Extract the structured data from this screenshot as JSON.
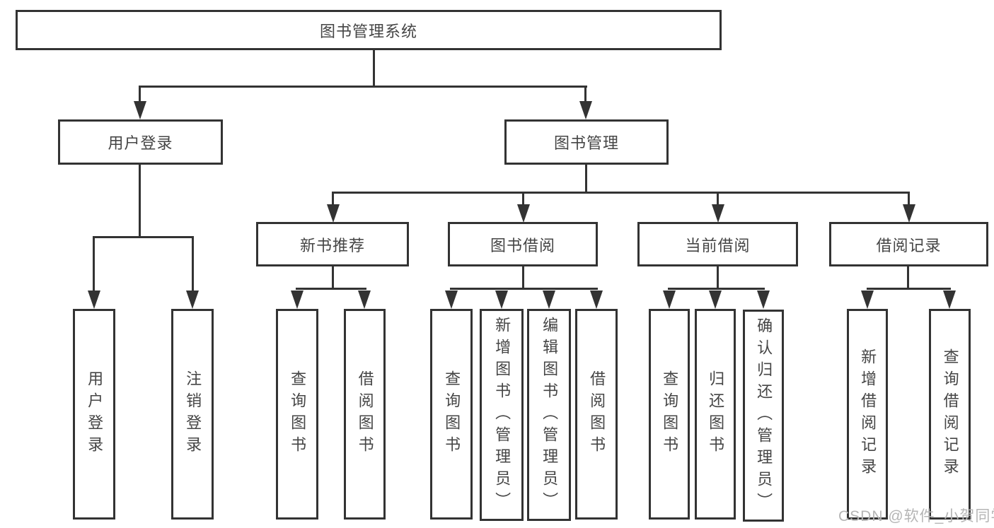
{
  "diagram": {
    "title_node": "图书管理系统",
    "level2": {
      "user_login": "用户登录",
      "book_management": "图书管理"
    },
    "level3": {
      "new_book_recommend": "新书推荐",
      "book_borrow": "图书借阅",
      "current_borrow": "当前借阅",
      "borrow_records": "借阅记录"
    },
    "leaf_groups": {
      "user_login": [
        "用户登录",
        "注销登录"
      ],
      "new_book_recommend": [
        "查询图书",
        "借阅图书"
      ],
      "book_borrow": [
        "查询图书",
        "新增图书（管理员）",
        "编辑图书（管理员）",
        "借阅图书"
      ],
      "current_borrow": [
        "查询图书",
        "归还图书",
        "确认归还（管理员）"
      ],
      "borrow_records": [
        "新增借阅记录",
        "查询借阅记录"
      ]
    }
  },
  "watermark": "CSDN @软件_小贺同学",
  "colors": {
    "line": "#333333",
    "text": "#454545",
    "watermark": "#b5b5b5",
    "background": "#ffffff"
  }
}
